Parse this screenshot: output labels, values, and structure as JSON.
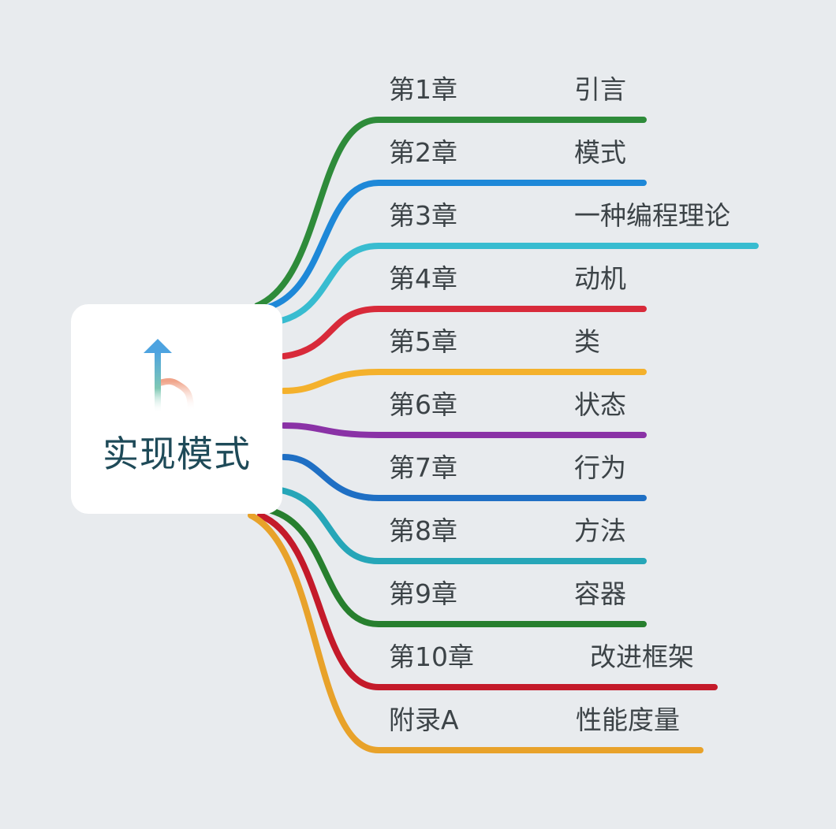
{
  "mindmap": {
    "root": {
      "title": "实现模式",
      "icon": "branching-arrow-icon"
    },
    "branches": [
      {
        "label": "第1章",
        "topic": "引言",
        "color": "#2e8b3a"
      },
      {
        "label": "第2章",
        "topic": "模式",
        "color": "#1e88d8"
      },
      {
        "label": "第3章",
        "topic": "一种编程理论",
        "color": "#38bcd0"
      },
      {
        "label": "第4章",
        "topic": "动机",
        "color": "#d82a3a"
      },
      {
        "label": "第5章",
        "topic": "类",
        "color": "#f4b12c"
      },
      {
        "label": "第6章",
        "topic": "状态",
        "color": "#8a32a6"
      },
      {
        "label": "第7章",
        "topic": "行为",
        "color": "#1f6fc4"
      },
      {
        "label": "第8章",
        "topic": "方法",
        "color": "#26a6b8"
      },
      {
        "label": "第9章",
        "topic": "容器",
        "color": "#277f2e"
      },
      {
        "label": "第10章",
        "topic": "改进框架",
        "color": "#c41a2a"
      },
      {
        "label": "附录A",
        "topic": "性能度量",
        "color": "#e8a22a"
      }
    ]
  }
}
